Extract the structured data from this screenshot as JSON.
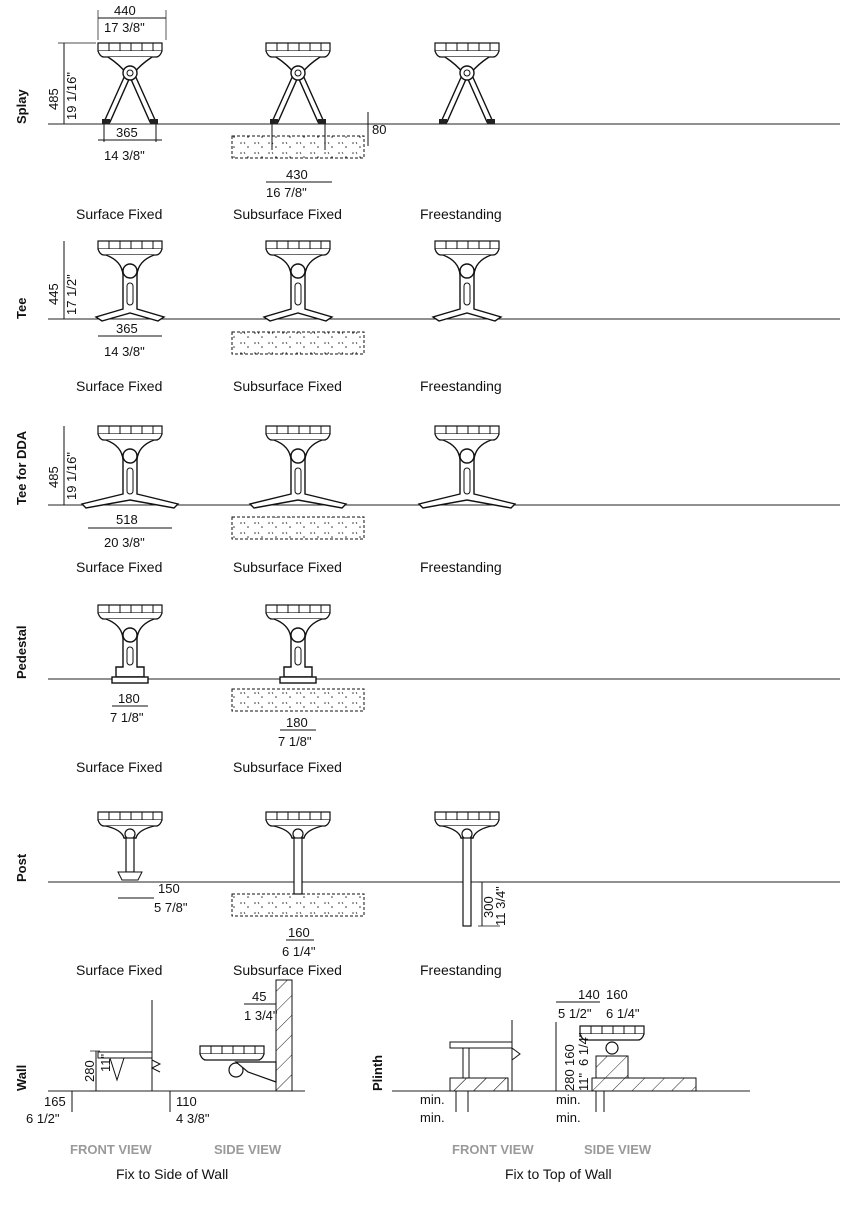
{
  "rows": {
    "splay": {
      "label": "Splay",
      "captions": [
        "Surface Fixed",
        "Subsurface Fixed",
        "Freestanding"
      ],
      "dims": {
        "top_w_mm": "440",
        "top_w_in": "17 3/8\"",
        "height_mm": "485",
        "height_in": "19 1/16\"",
        "base_mm": "365",
        "base_in": "14 3/8\"",
        "depth_mm": "80",
        "sub_base_mm": "430",
        "sub_base_in": "16 7/8\""
      }
    },
    "tee": {
      "label": "Tee",
      "captions": [
        "Surface Fixed",
        "Subsurface Fixed",
        "Freestanding"
      ],
      "dims": {
        "height_mm": "445",
        "height_in": "17 1/2\"",
        "base_mm": "365",
        "base_in": "14 3/8\""
      }
    },
    "tee_dda": {
      "label": "Tee for DDA",
      "captions": [
        "Surface Fixed",
        "Subsurface Fixed",
        "Freestanding"
      ],
      "dims": {
        "height_mm": "485",
        "height_in": "19 1/16\"",
        "base_mm": "518",
        "base_in": "20 3/8\""
      }
    },
    "pedestal": {
      "label": "Pedestal",
      "captions": [
        "Surface Fixed",
        "Subsurface Fixed"
      ],
      "dims": {
        "base_mm": "180",
        "base_in": "7 1/8\"",
        "sub_base_mm": "180",
        "sub_base_in": "7 1/8\""
      }
    },
    "post": {
      "label": "Post",
      "captions": [
        "Surface Fixed",
        "Subsurface Fixed",
        "Freestanding"
      ],
      "dims": {
        "base_mm": "150",
        "base_in": "5 7/8\"",
        "sub_base_mm": "160",
        "sub_base_in": "6 1/4\"",
        "embed_mm": "300",
        "embed_in": "11 3/4\""
      }
    },
    "wall": {
      "label": "Wall",
      "front_view": "FRONT VIEW",
      "side_view": "SIDE VIEW",
      "caption": "Fix to Side of Wall",
      "dims": {
        "height_mm": "280",
        "height_in": "11\"",
        "offset_mm": "165",
        "offset_in": "6 1/2\"",
        "gap_mm": "110",
        "gap_in": "4 3/8\"",
        "thick_mm": "45",
        "thick_in": "1 3/4\""
      }
    },
    "plinth": {
      "label": "Plinth",
      "front_view": "FRONT VIEW",
      "side_view": "SIDE VIEW",
      "caption": "Fix to Top of Wall",
      "min1": "min.",
      "min2": "min.",
      "dims": {
        "w1_mm": "140",
        "w1_in": "5 1/2\"",
        "w2_mm": "160",
        "w2_in": "6 1/4\"",
        "h1_mm": "160",
        "h1_in": "6 1/4\"",
        "h2_mm": "280",
        "h2_in": "11\""
      }
    }
  }
}
